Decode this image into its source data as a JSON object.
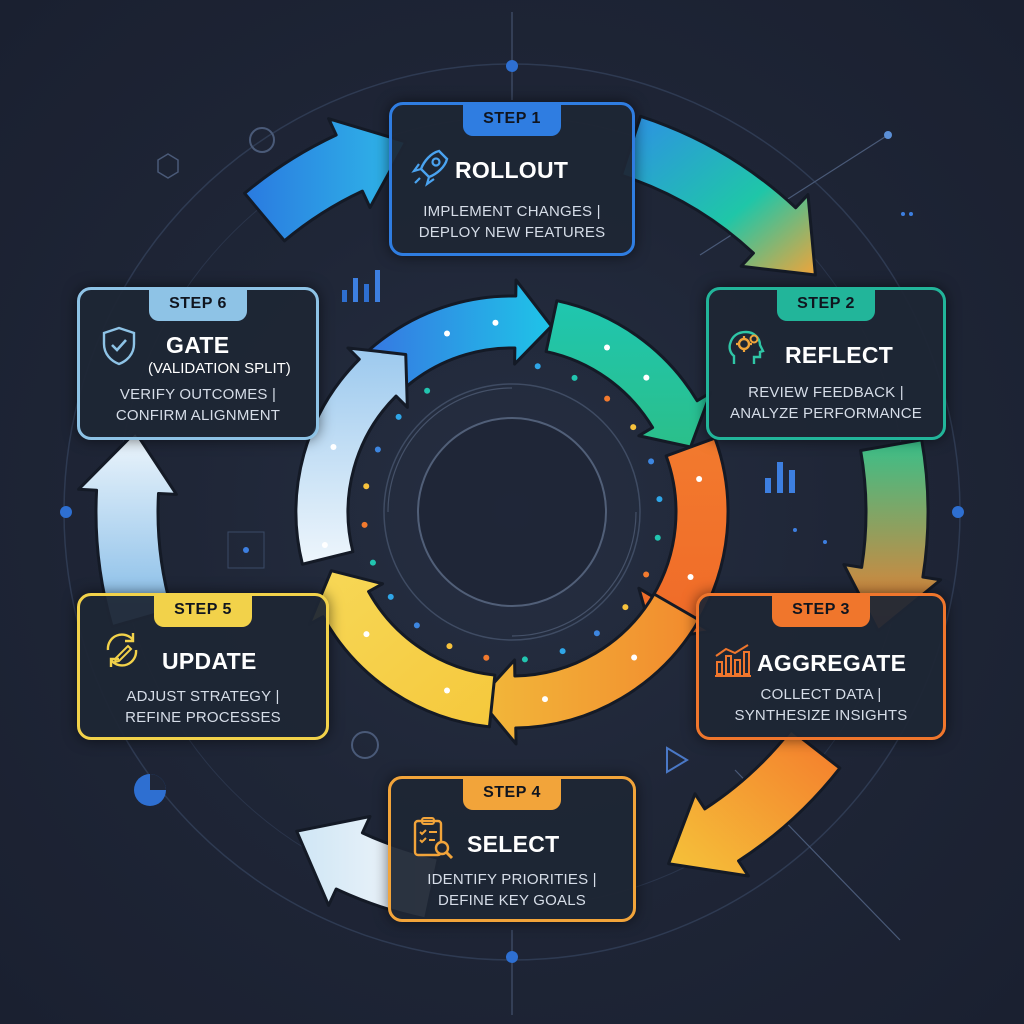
{
  "steps": [
    {
      "badge": "STEP 1",
      "title": "ROLLOUT",
      "subtitle": "",
      "line1": "IMPLEMENT CHANGES |",
      "line2": "DEPLOY NEW FEATURES",
      "color": "#2f7de1",
      "icon": "rocket-icon"
    },
    {
      "badge": "STEP 2",
      "title": "REFLECT",
      "subtitle": "",
      "line1": "REVIEW FEEDBACK |",
      "line2": "ANALYZE PERFORMANCE",
      "color": "#22b59a",
      "icon": "head-gears-icon"
    },
    {
      "badge": "STEP 3",
      "title": "AGGREGATE",
      "subtitle": "",
      "line1": "COLLECT DATA |",
      "line2": "SYNTHESIZE INSIGHTS",
      "color": "#f0762c",
      "icon": "bar-chart-icon"
    },
    {
      "badge": "STEP 4",
      "title": "SELECT",
      "subtitle": "",
      "line1": "IDENTIFY PRIORITIES |",
      "line2": "DEFINE KEY GOALS",
      "color": "#f2a43a",
      "icon": "clipboard-search-icon"
    },
    {
      "badge": "STEP 5",
      "title": "UPDATE",
      "subtitle": "",
      "line1": "ADJUST STRATEGY |",
      "line2": "REFINE PROCESSES",
      "color": "#f2d24a",
      "icon": "refresh-pencil-icon"
    },
    {
      "badge": "STEP 6",
      "title": "GATE",
      "subtitle": "(VALIDATION SPLIT)",
      "line1": "VERIFY OUTCOMES |",
      "line2": "CONFIRM ALIGNMENT",
      "color": "#8ec3e6",
      "icon": "shield-check-icon"
    }
  ]
}
